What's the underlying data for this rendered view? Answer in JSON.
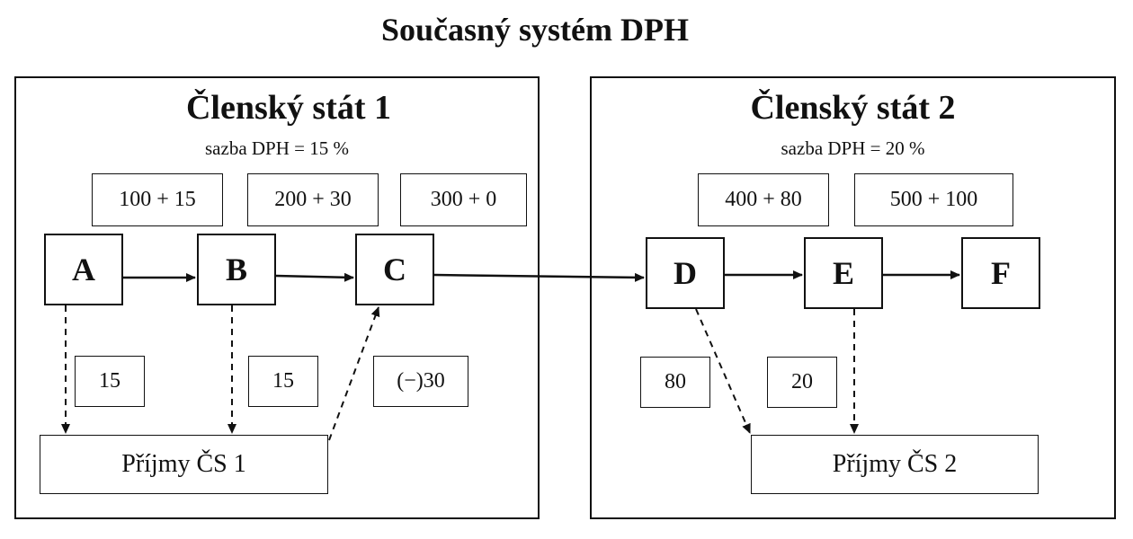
{
  "title": "Současný systém DPH",
  "states": [
    {
      "name": "Členský stát 1",
      "rate_label": "sazba DPH = 15 %",
      "amounts": [
        "100 + 15",
        "200 + 30",
        "300 + 0"
      ],
      "nodes": [
        "A",
        "B",
        "C"
      ],
      "flows": [
        "15",
        "15",
        "(−)30"
      ],
      "revenue": "Příjmy ČS 1"
    },
    {
      "name": "Členský stát 2",
      "rate_label": "sazba DPH = 20 %",
      "amounts": [
        "400 + 80",
        "500 + 100"
      ],
      "nodes": [
        "D",
        "E",
        "F"
      ],
      "flows": [
        "80",
        "20"
      ],
      "revenue": "Příjmy ČS 2"
    }
  ]
}
